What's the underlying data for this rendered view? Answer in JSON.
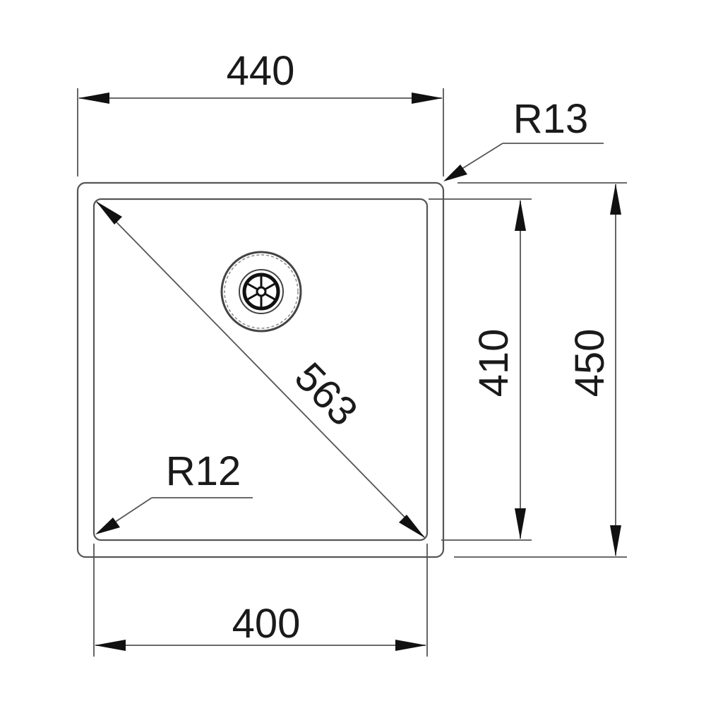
{
  "drawing": {
    "type": "sink-dimension-drawing",
    "units": "mm",
    "colors": {
      "line": "#555555",
      "text": "#1a1a1a",
      "arrow": "#111111",
      "background": "#ffffff"
    }
  },
  "dimensions": {
    "outer_width": "440",
    "inner_width": "400",
    "outer_height": "450",
    "inner_height": "410",
    "diagonal": "563",
    "outer_corner_radius": "R13",
    "inner_corner_radius": "R12"
  },
  "features": {
    "drain": "drain-strainer"
  }
}
